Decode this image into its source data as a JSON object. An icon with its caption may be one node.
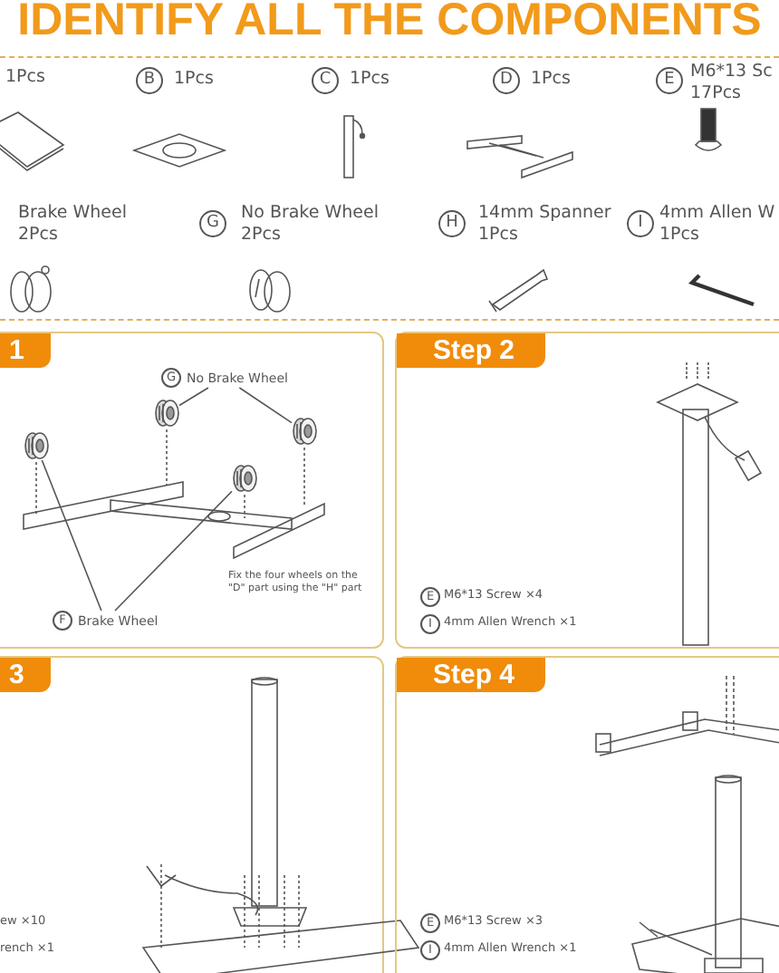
{
  "diagram": {
    "title": "IDENTIFY ALL THE COMPONENTS",
    "nodes": [
      {
        "text": [
          "1"
        ]
      },
      {
        "text": [
          "G",
          "No Brake Wheel"
        ],
        "in": 0
      },
      {
        "text": [],
        "shape": "picture",
        "in": 0
      },
      {
        "text": [],
        "shape": "picture",
        "in": 0
      },
      {
        "text": [],
        "shape": "picture",
        "in": 0
      },
      {
        "text": [],
        "shape": "picture",
        "in": 0
      },
      {
        "text": [
          "F",
          "Brake Wheel"
        ],
        "in": 0
      },
      {
        "text": [
          "Step 2"
        ]
      },
      {
        "text": [
          "3"
        ]
      },
      {
        "text": [
          "Step 4"
        ]
      }
    ],
    "edges": [
      {
        "from": 1,
        "to": 2,
        "arrow": "none"
      },
      {
        "from": 1,
        "to": 3,
        "arrow": "none"
      },
      {
        "from": 6,
        "to": 4,
        "arrow": "none"
      },
      {
        "from": 6,
        "to": 5,
        "arrow": "none"
      }
    ],
    "labels": [
      "1Pcs",
      "B",
      "1Pcs",
      "C",
      "1Pcs",
      "D",
      "1Pcs",
      "E",
      "M6*13 Sc",
      "17Pcs",
      "Brake Wheel",
      "2Pcs",
      "G",
      "No Brake Wheel",
      "2Pcs",
      "H",
      "14mm Spanner",
      "1Pcs",
      "I",
      "4mm Allen W",
      "1Pcs",
      "Fix the four wheels on the \"D\" part using the \"H\" part",
      "E",
      "M6*13 Screw ×4",
      "I",
      "4mm Allen Wrench ×1",
      "ew ×10",
      "rench ×1",
      "E",
      "M6*13 Screw ×3",
      "I",
      "4mm Allen Wrench ×1"
    ]
  }
}
